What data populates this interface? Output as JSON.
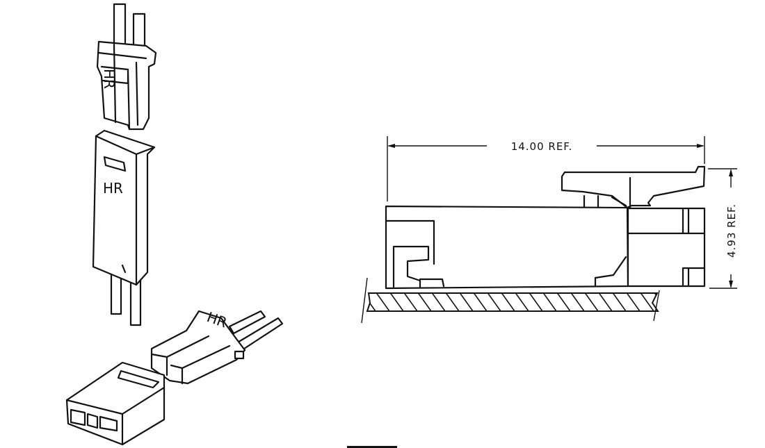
{
  "figures": {
    "isometric_views": {
      "logos": [
        "HR",
        "HR",
        "HR"
      ]
    },
    "side_view": {
      "dimensions": {
        "length_label": "14.00 REF.",
        "height_label": "4.93 REF."
      }
    }
  },
  "colors": {
    "line": "#111111",
    "background": "#ffffff"
  }
}
